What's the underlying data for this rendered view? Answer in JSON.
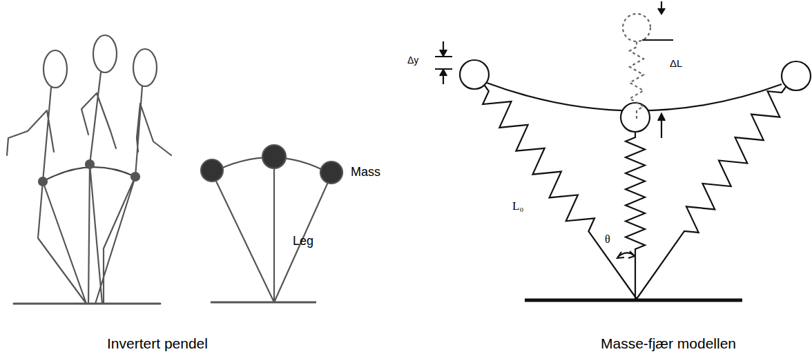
{
  "diagram": {
    "labels": [
      "Mass",
      "Leg",
      "Δy",
      "ΔL",
      "L₀",
      "θ",
      "Invertert pendel",
      "Masse-fjær modellen"
    ]
  }
}
